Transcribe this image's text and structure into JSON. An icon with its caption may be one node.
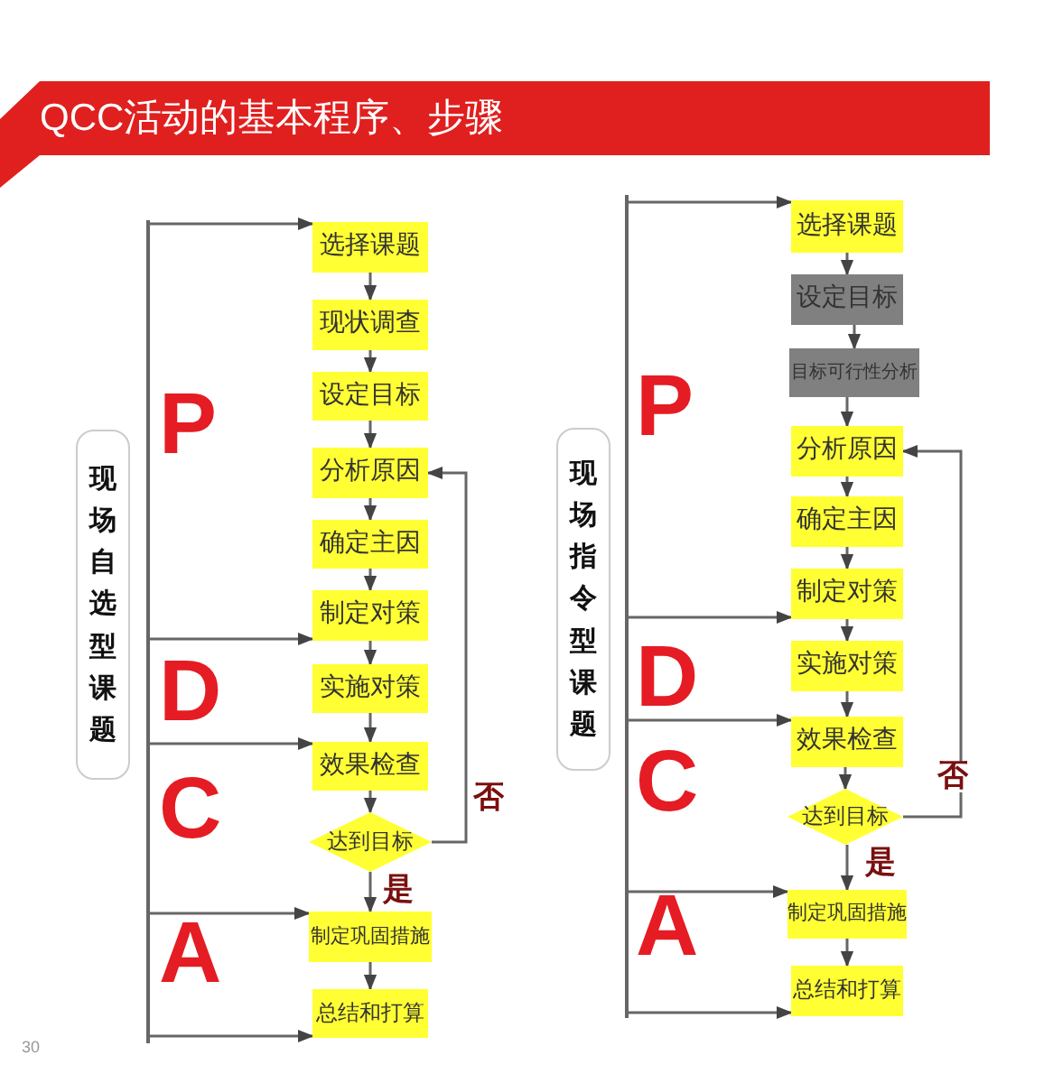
{
  "diagram": {
    "title": "QCC活动的基本程序、步骤",
    "nodes": [
      {
        "text": [
          "现场**自选型**课题"
        ]
      },
      {
        "text": [
          "选择课题"
        ]
      },
      {
        "text": [
          "现状调查"
        ]
      },
      {
        "text": [
          "设定目标"
        ]
      },
      {
        "text": [
          "分析原因"
        ]
      },
      {
        "text": [
          "确定主因"
        ]
      },
      {
        "text": [
          "制定对策"
        ]
      },
      {
        "text": [
          "实施对策"
        ]
      },
      {
        "text": [
          "效果检查"
        ]
      },
      {
        "text": [
          "达到目标"
        ]
      },
      {
        "text": [
          "制定巩固措施"
        ]
      },
      {
        "text": [
          "总结和打算"
        ]
      },
      {
        "text": [
          "现场**指令型**课题"
        ]
      },
      {
        "text": [
          "选择课题"
        ]
      },
      {
        "text": [
          "设定目标"
        ]
      },
      {
        "text": [
          "目标可行性分析"
        ]
      },
      {
        "text": [
          "分析原因"
        ]
      },
      {
        "text": [
          "确定主因"
        ]
      },
      {
        "text": [
          "制定对策"
        ]
      },
      {
        "text": [
          "实施对策"
        ]
      },
      {
        "text": [
          "效果检查"
        ]
      },
      {
        "text": [
          "达到目标"
        ]
      },
      {
        "text": [
          "制定巩固措施"
        ]
      },
      {
        "text": [
          "总结和打算"
        ]
      },
      {
        "text": [],
        "shape": "bar"
      },
      {
        "text": [],
        "shape": "bar"
      }
    ],
    "edges": [
      {
        "from": 24,
        "to": 1,
        "arrow": "to"
      },
      {
        "from": 24,
        "to": 6,
        "arrow": "to"
      },
      {
        "from": 24,
        "to": 8,
        "arrow": "to"
      },
      {
        "from": 24,
        "to": 10,
        "arrow": "to"
      },
      {
        "from": 24,
        "to": 11,
        "arrow": "to"
      },
      {
        "from": 25,
        "to": 13,
        "arrow": "to"
      },
      {
        "from": 25,
        "to": 18,
        "arrow": "to"
      },
      {
        "from": 25,
        "to": 20,
        "arrow": "to"
      },
      {
        "from": 25,
        "to": 22,
        "arrow": "to"
      },
      {
        "from": 25,
        "to": 23,
        "arrow": "to"
      },
      {
        "from": 1,
        "to": 2,
        "arrow": "to"
      },
      {
        "from": 2,
        "to": 3,
        "arrow": "to"
      },
      {
        "from": 3,
        "to": 4,
        "arrow": "to"
      },
      {
        "from": 4,
        "to": 5,
        "arrow": "to"
      },
      {
        "from": 5,
        "to": 6,
        "arrow": "to"
      },
      {
        "from": 6,
        "to": 7,
        "arrow": "to"
      },
      {
        "from": 7,
        "to": 8,
        "arrow": "to"
      },
      {
        "from": 8,
        "to": 9,
        "arrow": "to"
      },
      {
        "from": 9,
        "to": 10,
        "arrow": "to",
        "label": "是"
      },
      {
        "from": 10,
        "to": 11,
        "arrow": "to"
      },
      {
        "from": 9,
        "to": 4,
        "arrow": "to",
        "label": "否"
      },
      {
        "from": 13,
        "to": 14,
        "arrow": "to"
      },
      {
        "from": 14,
        "to": 15,
        "arrow": "to"
      },
      {
        "from": 15,
        "to": 16,
        "arrow": "to"
      },
      {
        "from": 16,
        "to": 17,
        "arrow": "to"
      },
      {
        "from": 17,
        "to": 18,
        "arrow": "to"
      },
      {
        "from": 18,
        "to": 19,
        "arrow": "to"
      },
      {
        "from": 19,
        "to": 20,
        "arrow": "to"
      },
      {
        "from": 20,
        "to": 21,
        "arrow": "to"
      },
      {
        "from": 21,
        "to": 22,
        "arrow": "to",
        "label": "是"
      },
      {
        "from": 22,
        "to": 23,
        "arrow": "to"
      },
      {
        "from": 21,
        "to": 16,
        "arrow": "to",
        "label": "否"
      }
    ],
    "labels": [
      "P",
      "D",
      "C",
      "A",
      "P",
      "D",
      "C",
      "A",
      "30"
    ]
  }
}
